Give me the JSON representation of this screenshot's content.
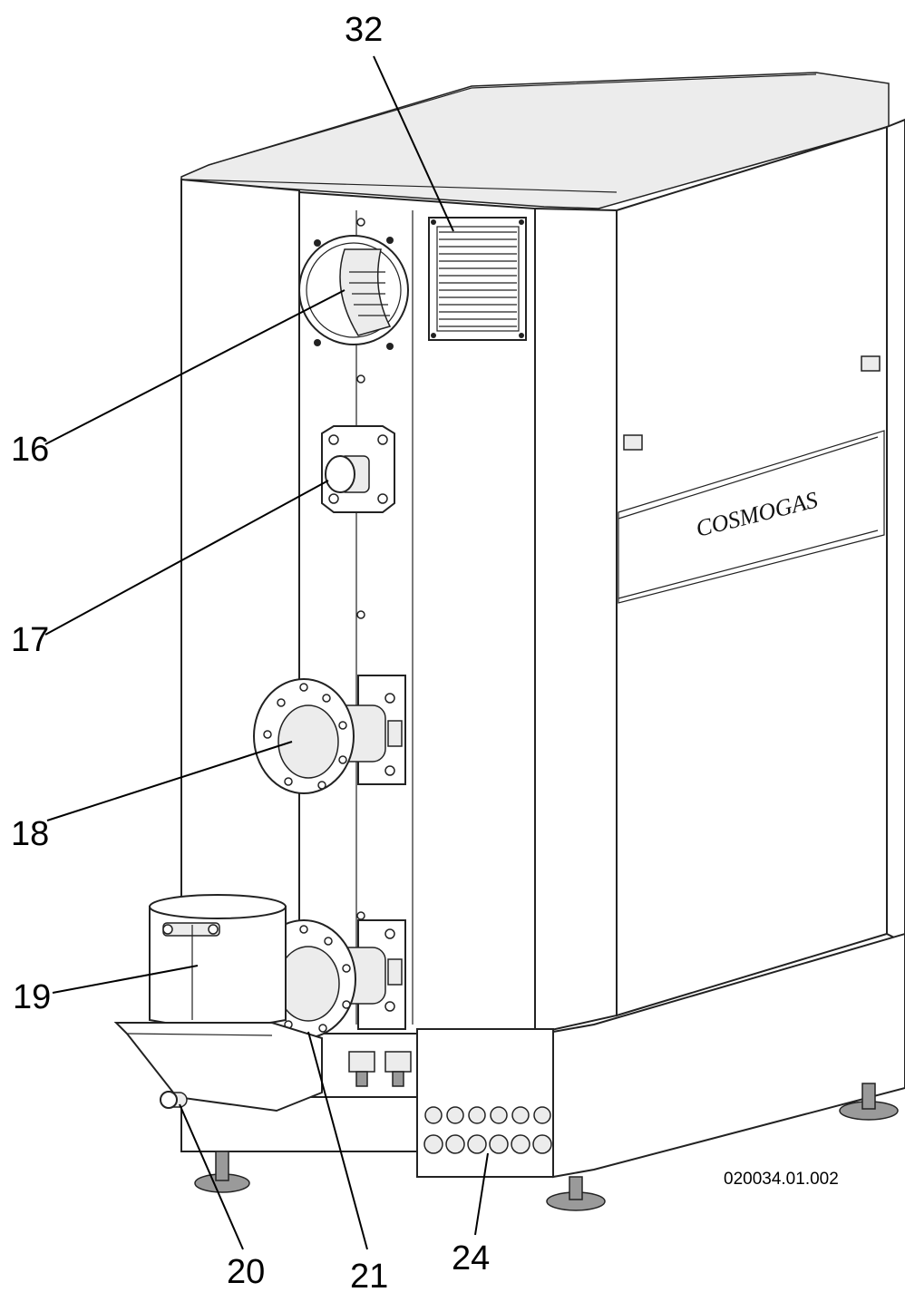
{
  "callouts": {
    "c32": "32",
    "c16": "16",
    "c17": "17",
    "c18": "18",
    "c19": "19",
    "c20": "20",
    "c21": "21",
    "c24": "24"
  },
  "brand_text": "COSMOGAS",
  "drawing_reference": "020034.01.002"
}
